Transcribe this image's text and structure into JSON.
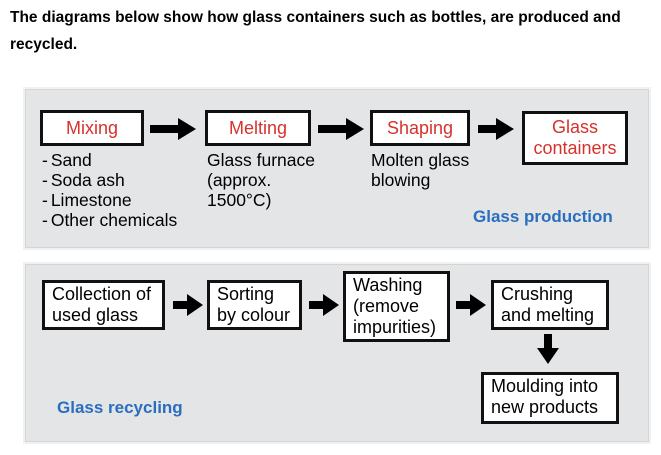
{
  "heading": "The diagrams below show how glass containers such as bottles, are produced and recycled.",
  "production": {
    "caption": "Glass production",
    "steps": [
      {
        "label": "Mixing",
        "items": [
          "Sand",
          "Soda ash",
          "Limestone",
          "Other chemicals"
        ]
      },
      {
        "label": "Melting",
        "note": "Glass furnace\n(approx.\n1500°C)"
      },
      {
        "label": "Shaping",
        "note": "Molten glass\nblowing"
      },
      {
        "label": "Glass\ncontainers"
      }
    ]
  },
  "recycling": {
    "caption": "Glass recycling",
    "steps": [
      {
        "label": "Collection of\nused glass"
      },
      {
        "label": "Sorting\nby colour"
      },
      {
        "label": "Washing\n(remove\nimpurities)"
      },
      {
        "label": "Crushing\nand melting"
      },
      {
        "label": "Moulding into\nnew products"
      }
    ]
  },
  "colors": {
    "panel": "#e4e5e6",
    "stage_label": "#d6322d",
    "caption": "#2a6ebf",
    "box_border": "#111111"
  },
  "arrow_icon": "arrow-right-icon"
}
